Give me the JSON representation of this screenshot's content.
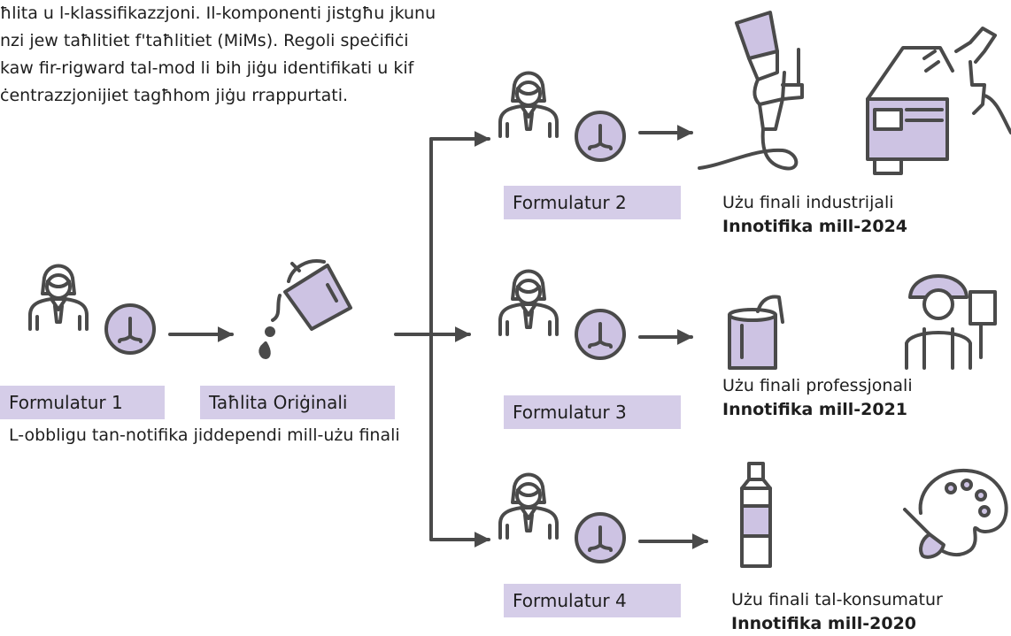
{
  "intro": [
    "ħlita u l-klassifikazzjoni. Il-komponenti jistgħu jkunu",
    "nzi jew taħlitiet f'taħlitiet (MiMs). Regoli speċifiċi",
    "kaw fir-rigward tal-mod li bih jiġu identifikati u kif",
    "ċentrazzjonijiet tagħhom jiġu rrappurtati."
  ],
  "labels": {
    "formulator1": "Formulatur 1",
    "mixture": "Taħlita Oriġinali",
    "formulator2": "Formulatur 2",
    "formulator3": "Formulatur 3",
    "formulator4": "Formulatur 4"
  },
  "note": "L-obbligu tan-notifika jiddependi mill-użu finali",
  "uses": {
    "industrial": {
      "use": "Użu finali industrijali",
      "date": "Innotifika mill-2024"
    },
    "professional": {
      "use": "Użu finali professjonali",
      "date": "Innotifika mill-2021"
    },
    "consumer": {
      "use": "Użu finali tal-konsumatur",
      "date": "Innotifika mill-2020"
    }
  },
  "colors": {
    "line": "#4a4a4a",
    "accent": "#d5cde8",
    "fill": "#cdc3e3"
  },
  "icons": [
    "formulator-icon",
    "mixer-icon",
    "paint-bucket-icon",
    "spray-gun-icon",
    "car-spray-icon",
    "paint-can-icon",
    "painter-icon",
    "paint-tube-icon",
    "palette-icon"
  ]
}
